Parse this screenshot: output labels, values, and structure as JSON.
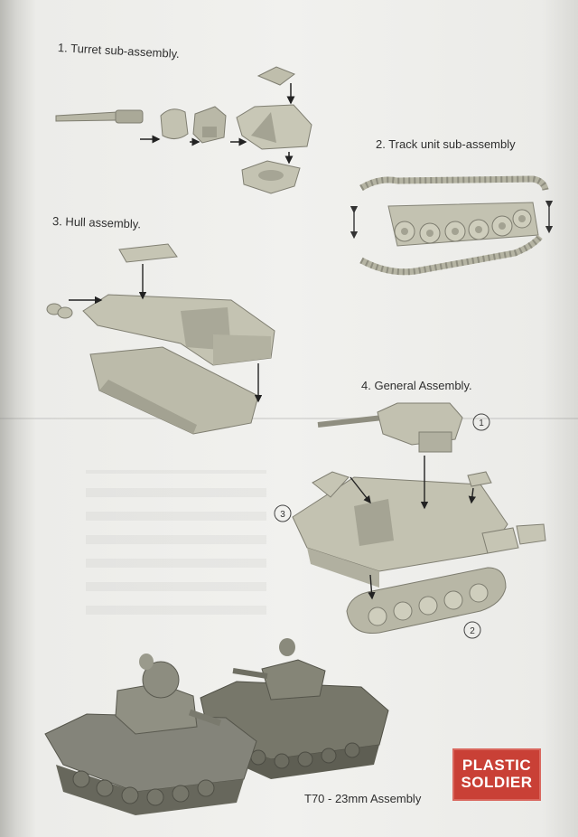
{
  "steps": [
    {
      "label": "1. Turret sub-assembly."
    },
    {
      "label": "2. Track unit sub-assembly"
    },
    {
      "label": "3. Hull assembly."
    },
    {
      "label": "4. General Assembly."
    }
  ],
  "callouts": [
    "1",
    "3",
    "2"
  ],
  "footer": {
    "caption": "T70 - 23mm Assembly"
  },
  "logo": {
    "line1": "PLASTIC",
    "line2": "SOLDIER",
    "color": "#c94036"
  },
  "colors": {
    "plastic": "#bdbcaa",
    "plastic_dark": "#8f8e80",
    "paper": "#f0f0ed",
    "ink": "#2f2f2f"
  }
}
